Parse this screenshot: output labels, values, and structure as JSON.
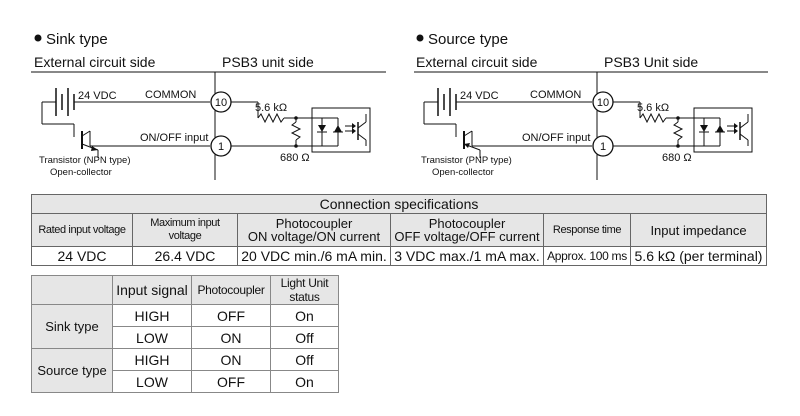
{
  "sink": {
    "title": "Sink type",
    "external_label": "External circuit side",
    "unit_label": "PSB3 unit side",
    "supply": "24 VDC",
    "common": "COMMON",
    "onoff": "ON/OFF input",
    "pin10": "10",
    "pin1": "1",
    "resistor1": "5.6 kΩ",
    "resistor2": "680 Ω",
    "transistor": "Transistor (NPN type)",
    "collector": "Open-collector"
  },
  "source": {
    "title": "Source type",
    "external_label": "External circuit side",
    "unit_label": "PSB3 Unit side",
    "supply": "24 VDC",
    "common": "COMMON",
    "onoff": "ON/OFF input",
    "pin10": "10",
    "pin1": "1",
    "resistor1": "5.6 kΩ",
    "resistor2": "680 Ω",
    "transistor": "Transistor (PNP type)",
    "collector": "Open-collector"
  },
  "spec_table": {
    "caption": "Connection specifications",
    "headers": [
      [
        "Rated input voltage"
      ],
      [
        "Maximum input voltage"
      ],
      [
        "Photocoupler",
        "ON voltage/ON current"
      ],
      [
        "Photocoupler",
        "OFF voltage/OFF current"
      ],
      [
        "Response time"
      ],
      [
        "Input impedance"
      ]
    ],
    "values": [
      "24 VDC",
      "26.4 VDC",
      "20 VDC min./6 mA min.",
      "3 VDC max./1 mA max.",
      "Approx. 100 ms",
      "5.6 kΩ (per terminal)"
    ]
  },
  "status_table": {
    "headers": [
      "Input signal",
      "Photocoupler",
      "Light Unit status"
    ],
    "groups": [
      {
        "label": "Sink type",
        "rows": [
          [
            "HIGH",
            "OFF",
            "On"
          ],
          [
            "LOW",
            "ON",
            "Off"
          ]
        ]
      },
      {
        "label": "Source type",
        "rows": [
          [
            "HIGH",
            "ON",
            "Off"
          ],
          [
            "LOW",
            "OFF",
            "On"
          ]
        ]
      }
    ]
  }
}
